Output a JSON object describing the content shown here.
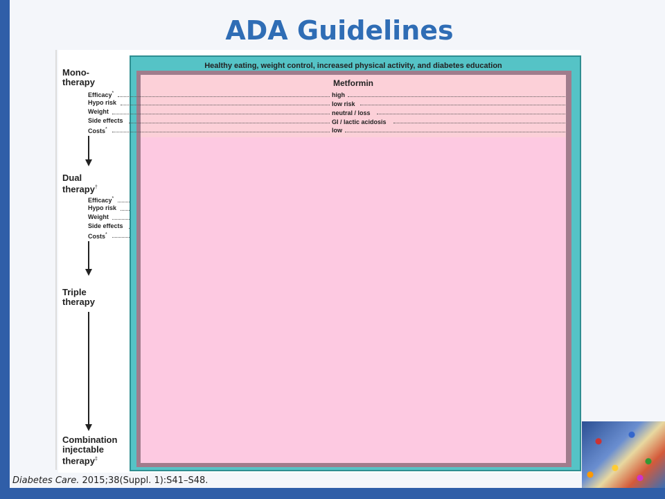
{
  "page": {
    "title": "ADA Guidelines"
  },
  "figure": {
    "banner": "Healthy eating, weight control, increased physical activity, and diabetes education",
    "steps": {
      "mono": {
        "line1": "Mono-",
        "line2": "therapy"
      },
      "dual": {
        "line1": "Dual",
        "line2": "therapy",
        "mark": "†"
      },
      "triple": {
        "line1": "Triple",
        "line2": "therapy"
      },
      "combination": {
        "line1": "Combination",
        "line2": "injectable",
        "line3": "therapy",
        "mark": "‡"
      }
    },
    "row_labels": {
      "efficacy": "Efficacy",
      "hypo_risk": "Hypo risk",
      "weight": "Weight",
      "side_effects": "Side effects",
      "costs": "Costs",
      "asterisk": "*"
    },
    "metformin": {
      "name": "Metformin",
      "efficacy": "high",
      "hypo_risk": "low risk",
      "weight": "neutral / loss",
      "side_effects": "GI / lactic acidosis",
      "costs": "low"
    }
  },
  "citation": {
    "journal": "Diabetes Care.",
    "ref": " 2015;38(Suppl. 1):S41–S48."
  },
  "colors": {
    "title": "#2f6db5",
    "teal": "#55c3c6",
    "pink": "#fdc9e1",
    "stripe": "#2f5ea8"
  }
}
